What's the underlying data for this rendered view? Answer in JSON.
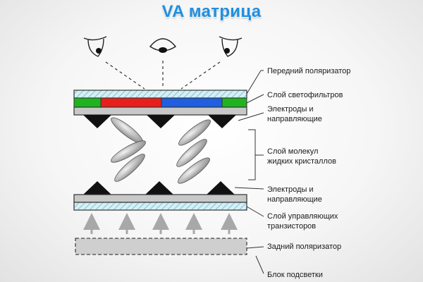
{
  "title": "VA матрица",
  "colors": {
    "title": "#1d8fe0",
    "red_filter": "#e8201c",
    "green_filter": "#1fb31f",
    "blue_filter": "#1f5fe0",
    "polarizer_hatch": "#8fd0dd",
    "electrode_gray": "#c4c4c4",
    "arrow_gray": "#a8a8a8"
  },
  "icons": [
    "eye-icon-left",
    "eye-icon-center",
    "eye-icon-right"
  ],
  "labels": {
    "front_polarizer": "Передний поляризатор",
    "color_filter_layer": "Слой светофильтров",
    "top_electrodes": [
      "Электроды и",
      "направляющие"
    ],
    "liquid_crystals": [
      "Слой молекул",
      "жидких кристаллов"
    ],
    "bottom_electrodes": [
      "Электроды и",
      "направляющие"
    ],
    "transistor_layer": [
      "Слой управляющих",
      "транзисторов"
    ],
    "rear_polarizer": "Задний поляризатор",
    "backlight_unit": "Блок подсветки"
  }
}
